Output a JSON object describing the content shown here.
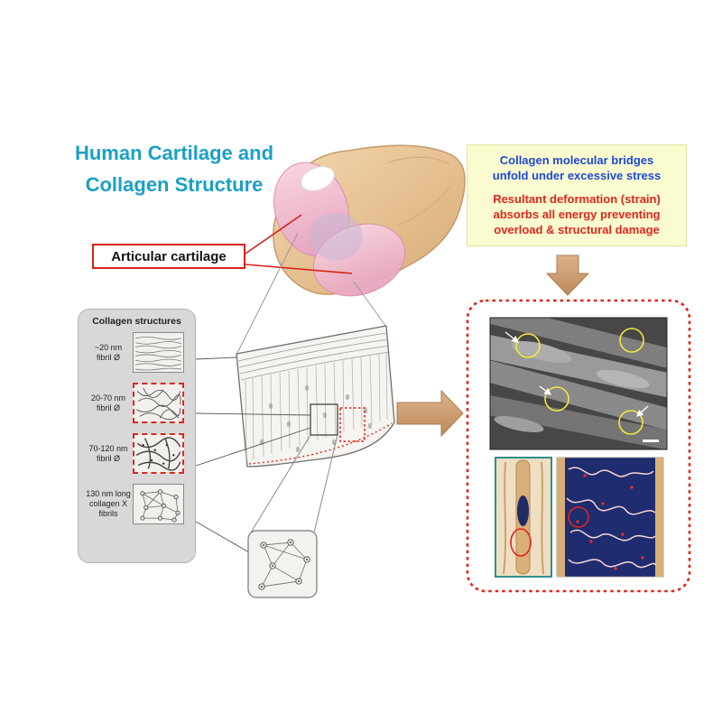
{
  "title": {
    "line1": "Human Cartilage and",
    "line2": "Collagen Structure"
  },
  "stress_box": {
    "blue_text": "Collagen molecular bridges\nunfold under excessive stress",
    "red_text": "Resultant deformation (strain)\nabsorbs all energy preventing\noverload & structural damage"
  },
  "annotations": {
    "articular_cartilage": "Articular cartilage"
  },
  "collagen_panel": {
    "title": "Collagen structures",
    "items": [
      {
        "label": "~20 nm\nfibril Ø",
        "highlighted": false
      },
      {
        "label": "20-70 nm\nfibril Ø",
        "highlighted": true
      },
      {
        "label": "70-120 nm\nfibril Ø",
        "highlighted": true
      },
      {
        "label": "130 nm long\ncollagen X\nfibrils",
        "highlighted": false
      }
    ]
  },
  "colors": {
    "title_teal": "#1BA0C6",
    "info_blue": "#1D49D6",
    "alert_red": "#E1251B",
    "info_box_bg": "#FBFBD0",
    "arrow_tan": "#CFA074",
    "panel_gray": "#D8D8D8",
    "bone_tan": "#E9C699",
    "cartilage_pink": "#F0BED2",
    "molecular_inset_navy": "#1F2C6F"
  }
}
